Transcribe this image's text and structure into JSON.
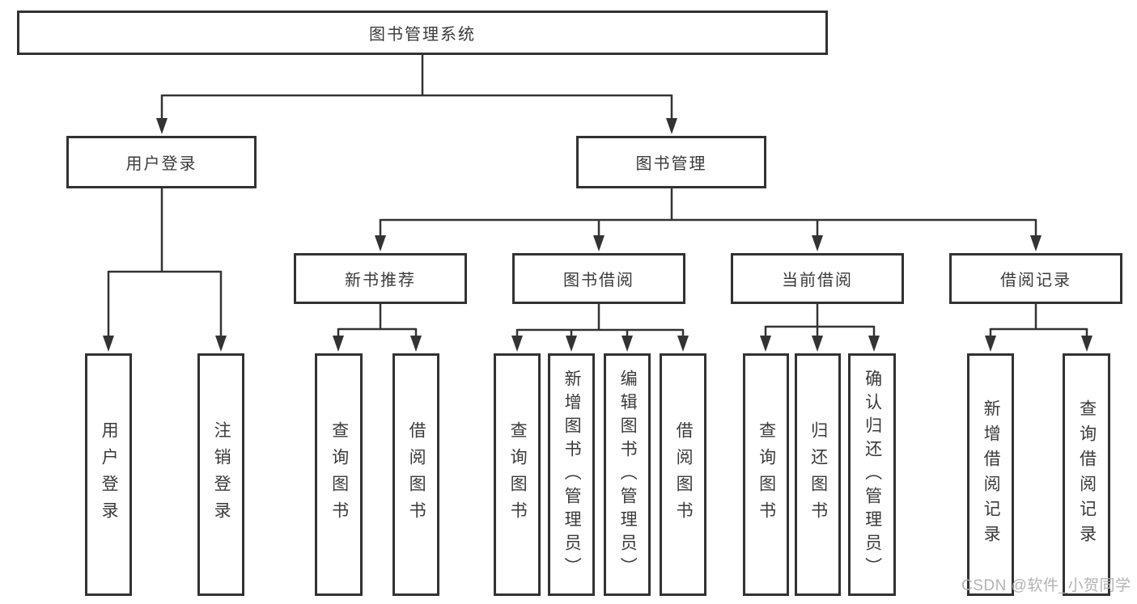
{
  "diagram": {
    "root": "图书管理系统",
    "level2": {
      "user_login": "用户登录",
      "book_mgmt": "图书管理"
    },
    "level3": {
      "new_books": "新书推荐",
      "book_borrow": "图书借阅",
      "current_borrow": "当前借阅",
      "borrow_records": "借阅记录"
    },
    "leaves": {
      "user_login": [
        "用户登录",
        "注销登录"
      ],
      "new_books": [
        "查询图书",
        "借阅图书"
      ],
      "book_borrow": [
        "查询图书",
        "新增图书（管理员）",
        "编辑图书（管理员）",
        "借阅图书"
      ],
      "current_borrow": [
        "查询图书",
        "归还图书",
        "确认归还（管理员）"
      ],
      "borrow_records": [
        "新增借阅记录",
        "查询借阅记录"
      ]
    },
    "colors": {
      "line": "#333333",
      "box_border": "#323232",
      "text": "#3a3a3a",
      "watermark": "#b3b3b3",
      "background": "#ffffff"
    }
  },
  "watermark": "CSDN @软件_小贺同学"
}
